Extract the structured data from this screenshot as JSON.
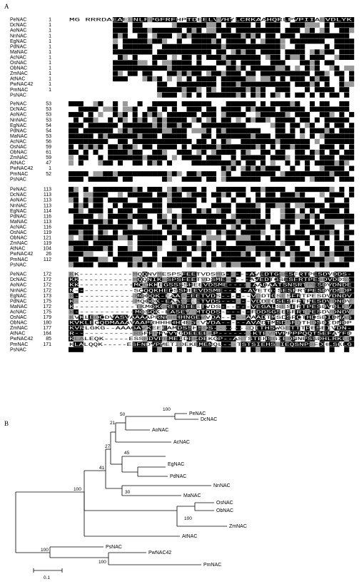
{
  "panels": {
    "a": "A",
    "b": "B"
  },
  "alignment": {
    "blocks": [
      {
        "start": [
          1,
          1,
          1,
          1,
          1,
          1,
          1,
          1,
          1,
          1,
          1,
          1,
          1,
          1
        ],
        "seq": [
          "MG RRRDAEAELNLPPGFRFHPTDEELVVHYLCRKAAHQRLPVPIIAEVDLYK"
        ]
      },
      {
        "start": [
          53,
          53,
          53,
          53,
          54,
          54,
          53,
          56,
          59,
          61,
          59,
          47,
          1,
          52
        ]
      },
      {
        "start": [
          113,
          113,
          113,
          113,
          114,
          116,
          113,
          116,
          119,
          121,
          119,
          104,
          26,
          112
        ]
      },
      {
        "start": [
          172,
          172,
          172,
          172,
          173,
          175,
          172,
          175,
          179,
          180,
          177,
          164,
          85,
          171
        ],
        "seq": [
          "KK-----------MQQNVMESPSFEETVDSMG-----AVEDTGSESFRTPESDVDDS-",
          "KK-----------MQQNIKESPSFEETVDSME-----AVEDTGSESFRTPESDVDDS-",
          "KK-----------MQQKKEGSSSSHEEVDSME-----AADAATSNSRTPESDVDNDE",
          "N------------SQQQKHEDSSHEEVDSME-----AVETG-SESFRTPESDVDNDP",
          "K------------MQQQK-EAASFEETVDS------VDDTGSESFRTPESDVDNDV",
          "K------------MQQQK-EAASFEETVDS------VDDTGSESFRTPESDVDNDV",
          "K------------TKMQKQRETSFEETVDS------VEGALSESFRTPESDVDLEV",
          "K------------MQSQK-EASEV-MTQDS------FDDSGSESFRTPESDVDNDV",
          "KVKLEQQDVASVAAAAPRNHHHHNGEVVDA-----AAADTMSDSFQTHDSDIDNAS",
          "KVKLEQQDMAAAVAAPRHHHHHHNGEVVDA-----AVADTMSDSFQTHDSDIDNDP",
          "KVRLGKG--AAAGAVKEEEAMDSSHSDS-------QITHSWGETTTPESEIVDN-",
          "R------------RGPPPPVVYGDEEEEKP-------KTEVMVPPPPQQTSEFAYFD",
          "KLALEQK-----ESSHDVPEMEIDEKDEKQP--ASTSTEHSGIEQNNPSSDHLRKLG",
          "KLALQQK-----ESFNDVPMETIDEKEMENQL---TSTSIEHSGIEQSNPSFDHLSKLG"
        ]
      }
    ]
  },
  "alignment_rows": {
    "names": [
      "PeNAC",
      "DcNAC",
      "AoNAC",
      "NnNAC",
      "EgNAC",
      "PdNAC",
      "MaNAC",
      "AcNAC",
      "OsNAC",
      "ObNAC",
      "ZmNAC",
      "AtNAC",
      "PwNAC42",
      "PmNAC",
      "PsNAC"
    ]
  },
  "tree": {
    "taxa": [
      "PeNAC",
      "DcNAC",
      "AoNAC",
      "AcNAC",
      "EgNAC",
      "PdNAC",
      "NnNAC",
      "MaNAC",
      "OsNAC",
      "ObNAC",
      "ZmNAC",
      "AtNAC",
      "PsNAC",
      "PwNAC42",
      "PmNAC"
    ],
    "bootstrap": [
      "100",
      "50",
      "21",
      "27",
      "45",
      "41",
      "30",
      "100",
      "100",
      "100",
      "100"
    ],
    "scale_label": "0.1"
  }
}
